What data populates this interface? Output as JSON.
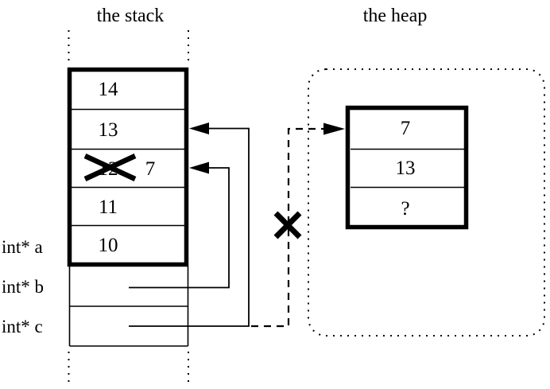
{
  "diagram": {
    "stack": {
      "title": "the stack",
      "cells": [
        {
          "value": "14"
        },
        {
          "value": "13"
        },
        {
          "value": "12",
          "crossed_out": true,
          "replacement": "7"
        },
        {
          "value": "11"
        },
        {
          "value": "10"
        }
      ],
      "pointer_labels": {
        "a": "int* a",
        "b": "int* b",
        "c": "int* c"
      }
    },
    "heap": {
      "title": "the heap",
      "cells": [
        {
          "value": "7"
        },
        {
          "value": "13"
        },
        {
          "value": "?"
        }
      ]
    },
    "colors": {
      "ink": "#000000",
      "background": "#ffffff"
    }
  }
}
